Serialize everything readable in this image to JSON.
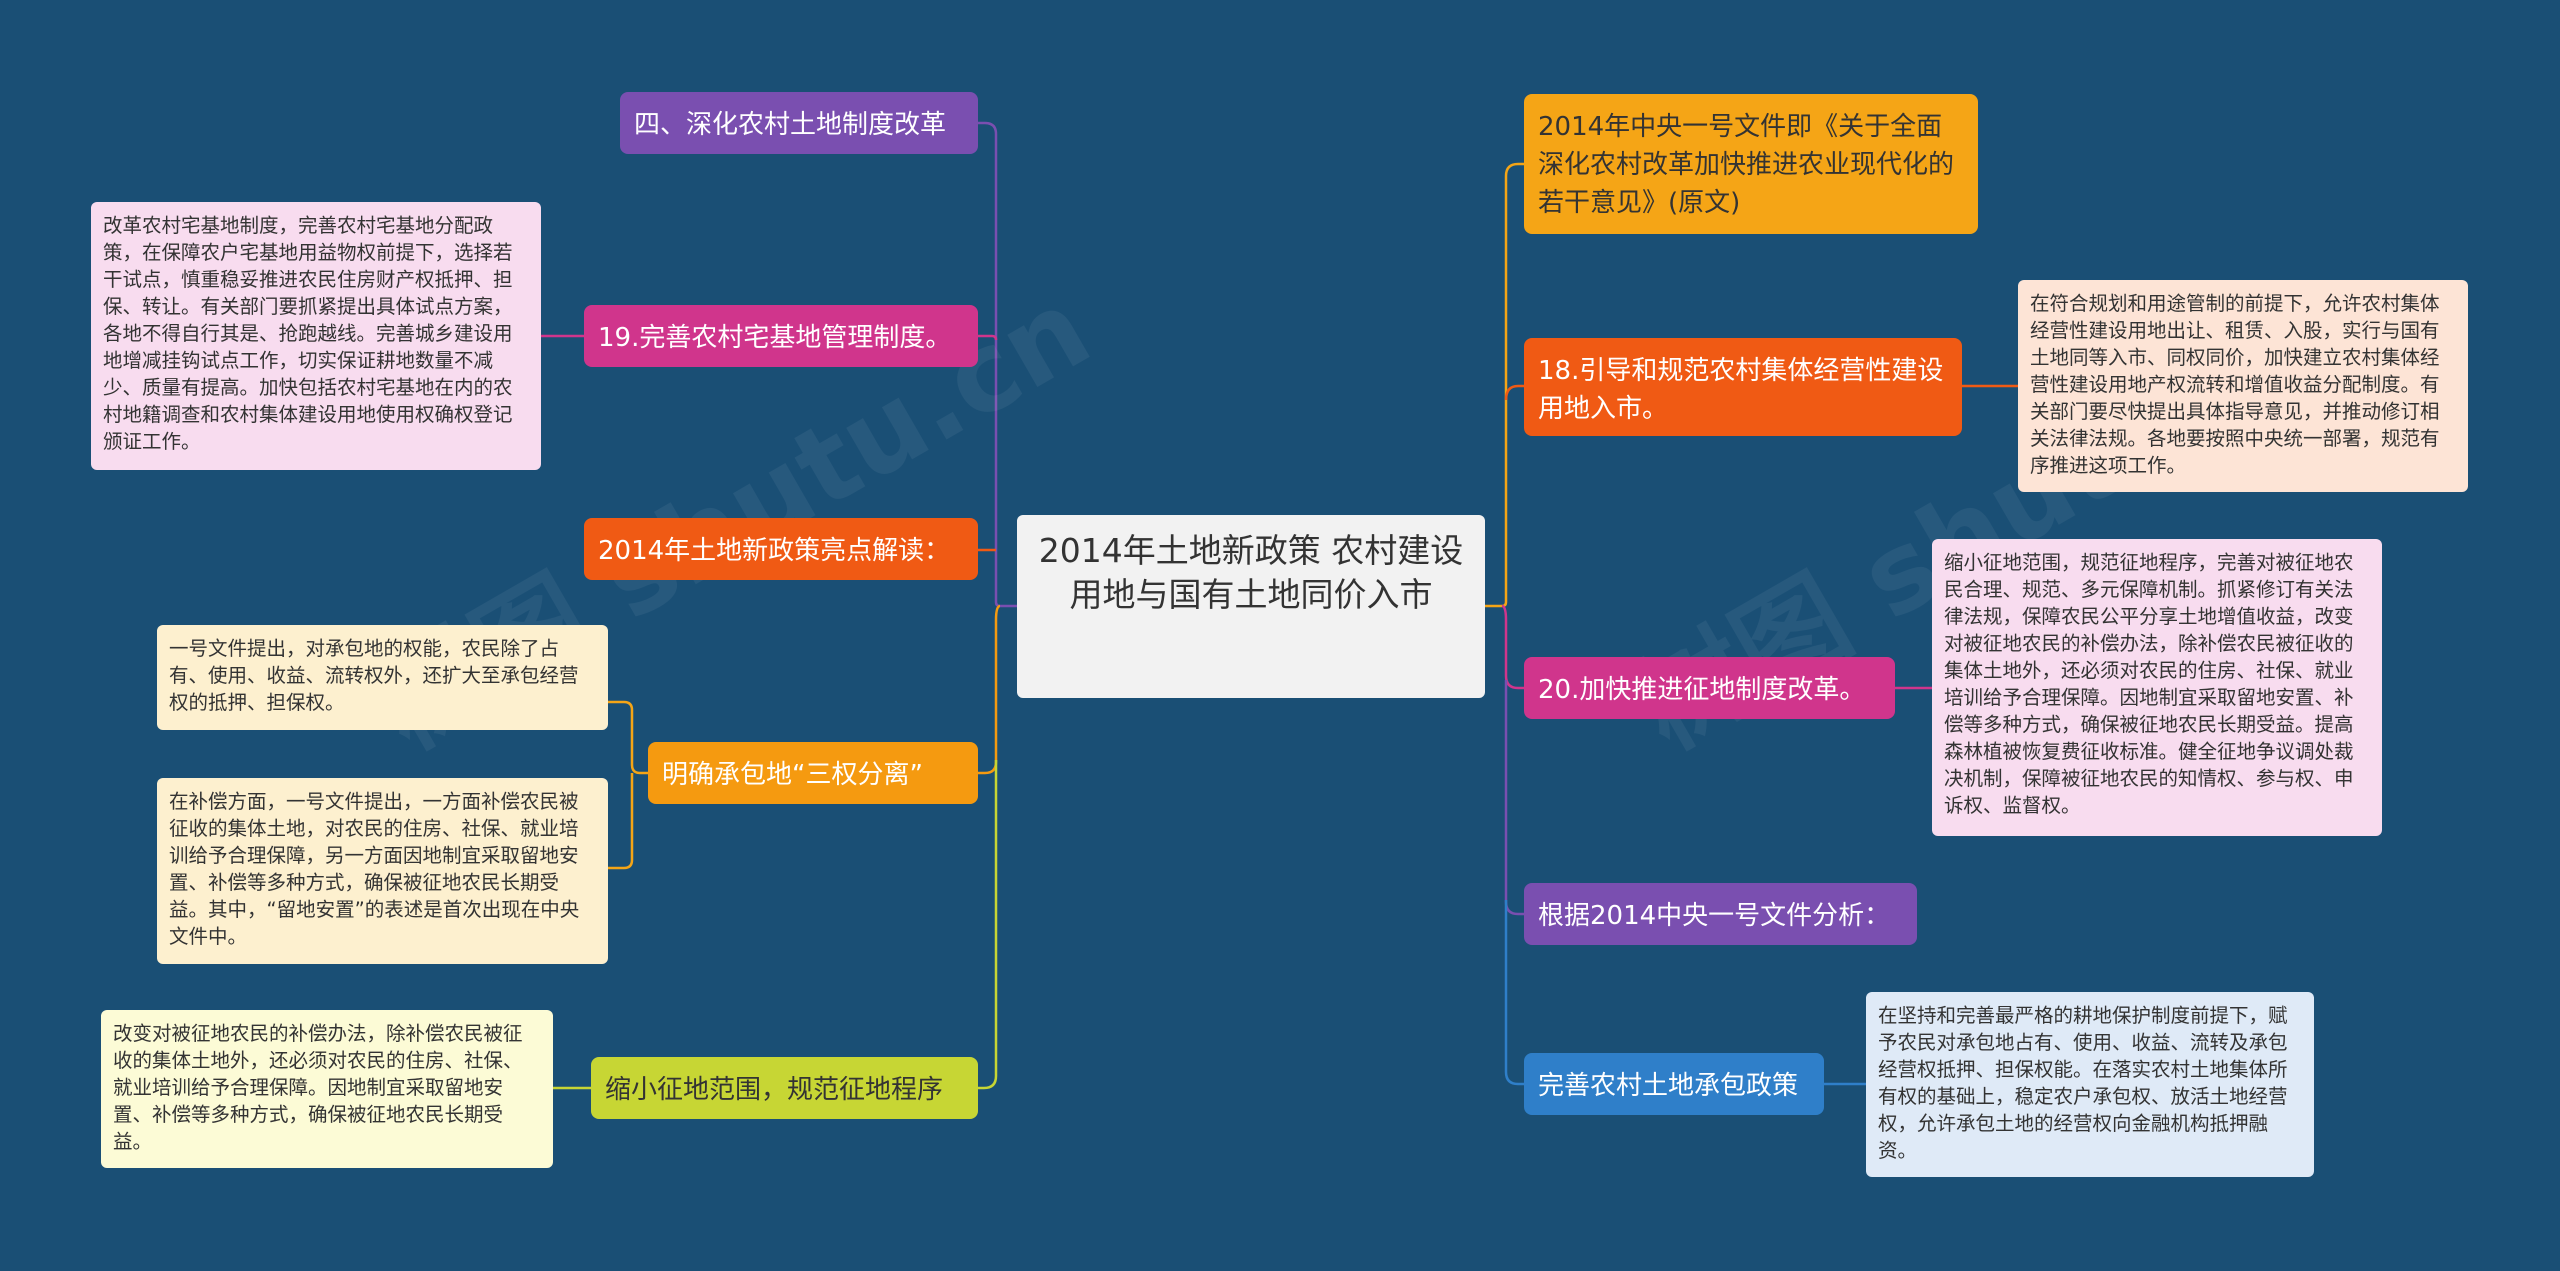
{
  "root": {
    "text": "2014年土地新政策 农村建设用地与国有土地同价入市"
  },
  "watermark": "树图 shutu.cn",
  "colors": {
    "background": "#1a4f75",
    "purple": "#7a4fb0",
    "magenta": "#d0358c",
    "orange_red": "#f05a14",
    "orange": "#f59a10",
    "yellow_green": "#c7d634",
    "amber": "#f5a516",
    "blue": "#2f7fc9"
  },
  "left": {
    "b1": {
      "text": "四、深化农村土地制度改革"
    },
    "b2": {
      "text": "19.完善农村宅基地管理制度。"
    },
    "b2_leaf": {
      "text": "改革农村宅基地制度，完善农村宅基地分配政策，在保障农户宅基地用益物权前提下，选择若干试点，慎重稳妥推进农民住房财产权抵押、担保、转让。有关部门要抓紧提出具体试点方案，各地不得自行其是、抢跑越线。完善城乡建设用地增减挂钩试点工作，切实保证耕地数量不减少、质量有提高。加快包括农村宅基地在内的农村地籍调查和农村集体建设用地使用权确权登记颁证工作。"
    },
    "b3": {
      "text": "2014年土地新政策亮点解读："
    },
    "b4": {
      "text": "明确承包地“三权分离”"
    },
    "b4_leaf1": {
      "text": "一号文件提出，对承包地的权能，农民除了占有、使用、收益、流转权外，还扩大至承包经营权的抵押、担保权。"
    },
    "b4_leaf2": {
      "text": "在补偿方面，一号文件提出，一方面补偿农民被征收的集体土地，对农民的住房、社保、就业培训给予合理保障，另一方面因地制宜采取留地安置、补偿等多种方式，确保被征地农民长期受益。其中，“留地安置”的表述是首次出现在中央文件中。"
    },
    "b5": {
      "text": "缩小征地范围，规范征地程序"
    },
    "b5_leaf": {
      "text": "改变对被征地农民的补偿办法，除补偿农民被征收的集体土地外，还必须对农民的住房、社保、就业培训给予合理保障。因地制宜采取留地安置、补偿等多种方式，确保被征地农民长期受益。"
    }
  },
  "right": {
    "b1": {
      "text": "2014年中央一号文件即《关于全面深化农村改革加快推进农业现代化的若干意见》(原文)"
    },
    "b2": {
      "text": "18.引导和规范农村集体经营性建设用地入市。"
    },
    "b2_leaf": {
      "text": "在符合规划和用途管制的前提下，允许农村集体经营性建设用地出让、租赁、入股，实行与国有土地同等入市、同权同价，加快建立农村集体经营性建设用地产权流转和增值收益分配制度。有关部门要尽快提出具体指导意见，并推动修订相关法律法规。各地要按照中央统一部署，规范有序推进这项工作。"
    },
    "b3": {
      "text": "20.加快推进征地制度改革。"
    },
    "b3_leaf": {
      "text": "缩小征地范围，规范征地程序，完善对被征地农民合理、规范、多元保障机制。抓紧修订有关法律法规，保障农民公平分享土地增值收益，改变对被征地农民的补偿办法，除补偿农民被征收的集体土地外，还必须对农民的住房、社保、就业培训给予合理保障。因地制宜采取留地安置、补偿等多种方式，确保被征地农民长期受益。提高森林植被恢复费征收标准。健全征地争议调处裁决机制，保障被征地农民的知情权、参与权、申诉权、监督权。"
    },
    "b4": {
      "text": "根据2014中央一号文件分析："
    },
    "b5": {
      "text": "完善农村土地承包政策"
    },
    "b5_leaf": {
      "text": "在坚持和完善最严格的耕地保护制度前提下，赋予农民对承包地占有、使用、收益、流转及承包经营权抵押、担保权能。在落实农村土地集体所有权的基础上，稳定农户承包权、放活土地经营权，允许承包土地的经营权向金融机构抵押融资。"
    }
  }
}
